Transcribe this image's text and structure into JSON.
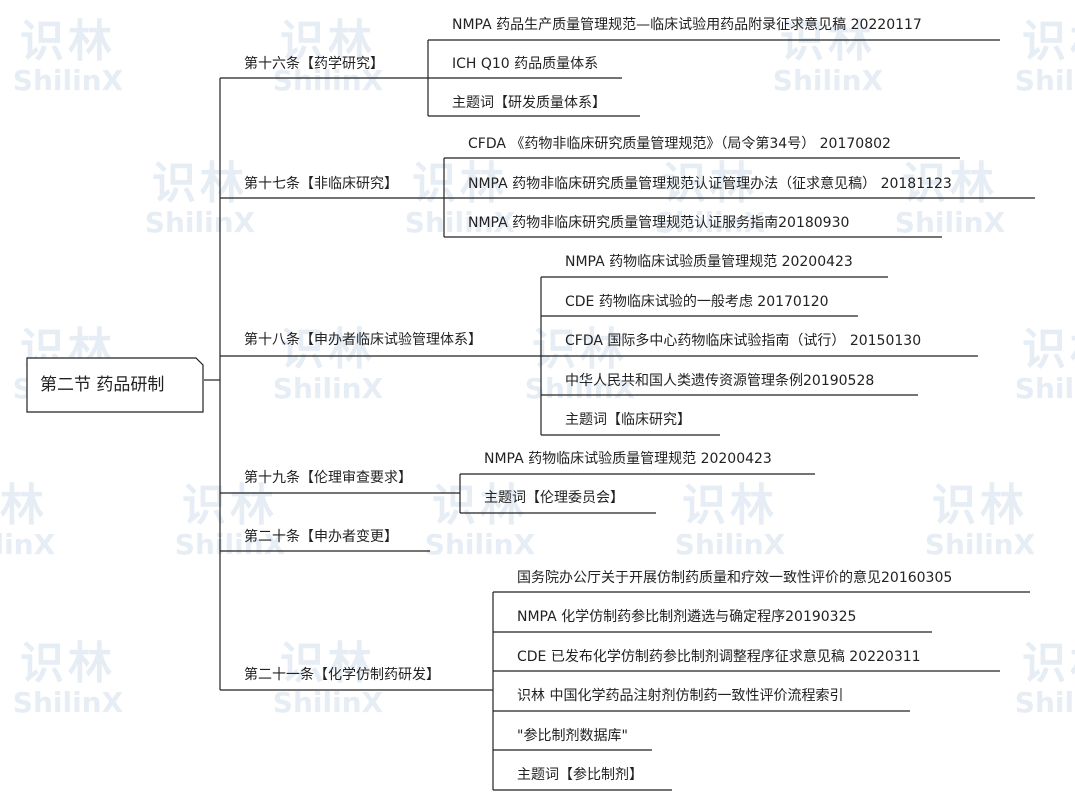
{
  "watermark": {
    "cn": "识林",
    "en": "ShilinX"
  },
  "root": {
    "label": "第二节 药品研制"
  },
  "branches": [
    {
      "label": "第十六条【药学研究】",
      "children": [
        "NMPA 药品生产质量管理规范—临床试验用药品附录征求意见稿 20220117",
        "ICH Q10 药品质量体系",
        "主题词【研发质量体系】"
      ]
    },
    {
      "label": "第十七条【非临床研究】",
      "children": [
        "CFDA 《药物非临床研究质量管理规范》（局令第34号） 20170802",
        "NMPA 药物非临床研究质量管理规范认证管理办法（征求意见稿） 20181123",
        "NMPA 药物非临床研究质量管理规范认证服务指南20180930"
      ]
    },
    {
      "label": "第十八条【申办者临床试验管理体系】",
      "children": [
        "NMPA 药物临床试验质量管理规范 20200423",
        "CDE 药物临床试验的一般考虑 20170120",
        "CFDA 国际多中心药物临床试验指南（试行） 20150130",
        "中华人民共和国人类遗传资源管理条例20190528",
        "主题词【临床研究】"
      ]
    },
    {
      "label": "第十九条【伦理审查要求】",
      "children": [
        "NMPA 药物临床试验质量管理规范 20200423",
        "主题词【伦理委员会】"
      ]
    },
    {
      "label": "第二十条【申办者变更】",
      "children": []
    },
    {
      "label": "第二十一条【化学仿制药研发】",
      "children": [
        "国务院办公厅关于开展仿制药质量和疗效一致性评价的意见20160305",
        "NMPA 化学仿制药参比制剂遴选与确定程序20190325",
        "CDE 已发布化学仿制药参比制剂调整程序征求意见稿 20220311",
        "识林 中国化学药品注射剂仿制药一致性评价流程索引",
        "\"参比制剂数据库\"",
        "主题词【参比制剂】"
      ]
    }
  ]
}
